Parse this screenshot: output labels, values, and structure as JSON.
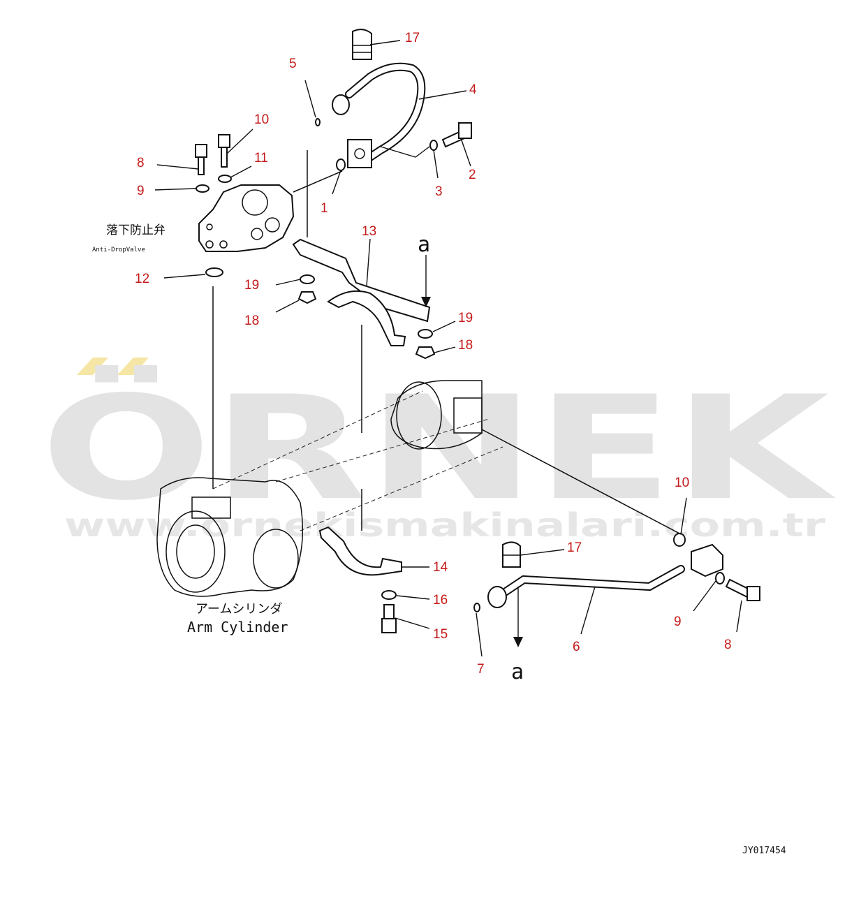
{
  "watermark": {
    "brand": "ÖRNEK",
    "url": "www.ornekismakinalari.com.tr",
    "accent_color": "#f5e6a6"
  },
  "labels": {
    "anti_drop_valve_jp": "落下防止弁",
    "anti_drop_valve_en": "Anti-DropValve",
    "arm_cylinder_jp": "アームシリンダ",
    "arm_cylinder_en": "Arm Cylinder",
    "view_a_top": "a",
    "view_a_bottom": "a",
    "drawing_code": "JY017454"
  },
  "callouts": [
    "17",
    "5",
    "4",
    "10",
    "11",
    "8",
    "9",
    "2",
    "3",
    "1",
    "13",
    "12",
    "19",
    "18",
    "19",
    "18",
    "10",
    "17",
    "14",
    "16",
    "15",
    "9",
    "8",
    "6",
    "7"
  ],
  "colors": {
    "callout": "#c41a1a",
    "line": "#111111"
  }
}
